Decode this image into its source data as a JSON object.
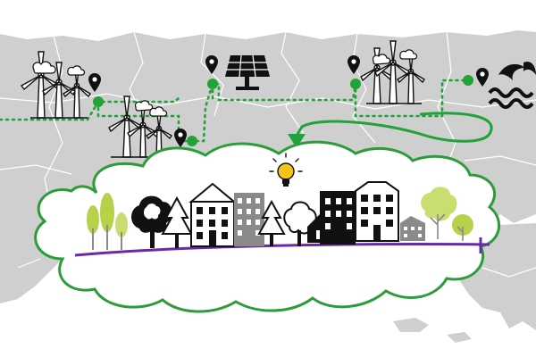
{
  "colors": {
    "background": "#ffffff",
    "map_land": "#cfcfcf",
    "map_borders": "#ffffff",
    "connector_green": "#22a33a",
    "cloud_outline": "#2a9d3a",
    "ground_line": "#6a2aa8",
    "icon_black": "#111111",
    "tree_lime": "#b6d24a",
    "tree_lime_light": "#c9de70",
    "building_grey": "#8a8a8a",
    "bulb_yellow": "#f6c21c"
  },
  "diagram": {
    "energy_sources": [
      {
        "name": "wind-turbines-left",
        "icon": "wind-turbine-icon"
      },
      {
        "name": "wind-turbines-middle",
        "icon": "wind-turbine-icon"
      },
      {
        "name": "solar-panel",
        "icon": "solar-panel-icon"
      },
      {
        "name": "wind-turbines-right",
        "icon": "wind-turbine-icon"
      },
      {
        "name": "hydro-waves",
        "icon": "water-waves-icon"
      }
    ],
    "location_pins": 5,
    "town_elements": [
      "lime-trees-group",
      "black-tree",
      "pine-tree",
      "apartment-house",
      "grey-office-building",
      "small-pine-tree",
      "round-tree",
      "black-house",
      "black-tower-block",
      "white-apartment-block",
      "small-grey-building",
      "lime-trees-right"
    ],
    "center_icon": "light-bulb-icon"
  }
}
